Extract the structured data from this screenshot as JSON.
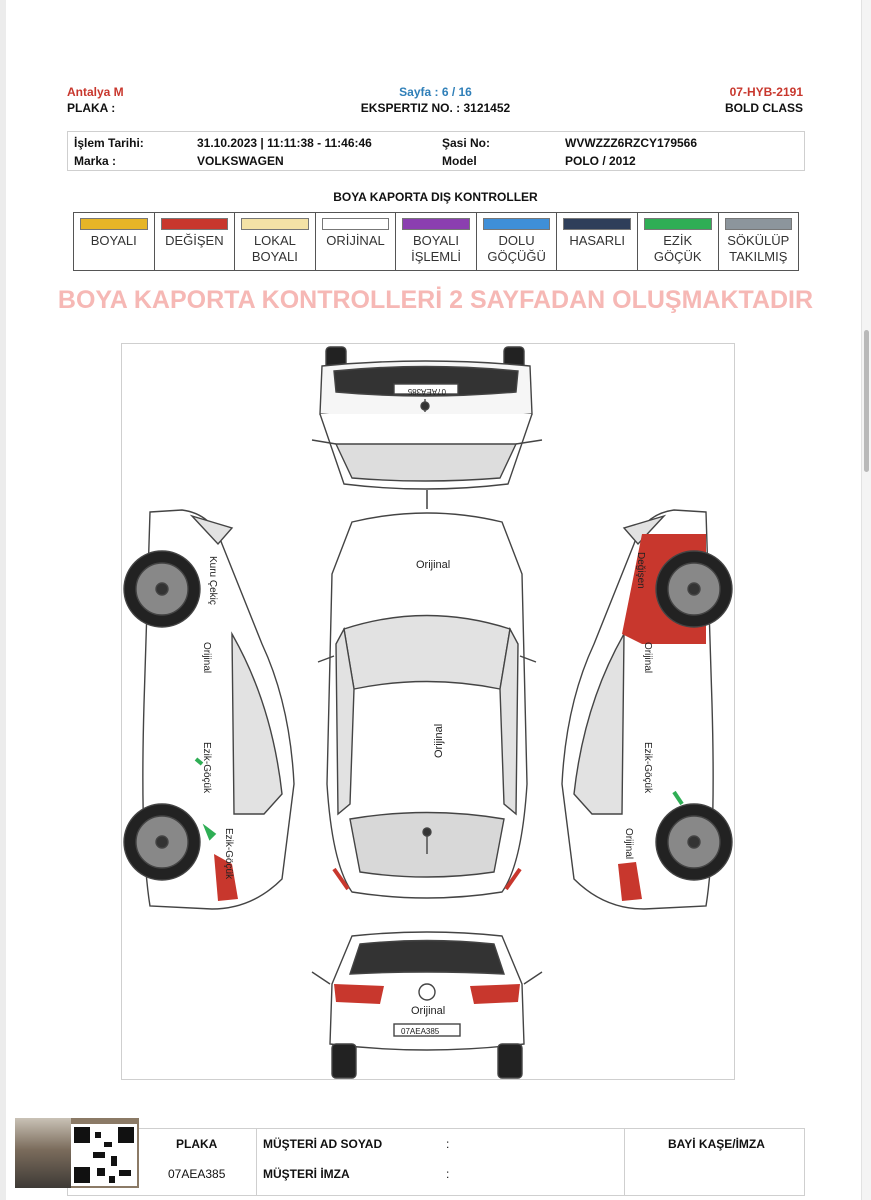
{
  "listing_id": "#1209206794",
  "header": {
    "company": "Antalya M",
    "plaka_label": "PLAKA :",
    "page": "Sayfa : 6 / 16",
    "expertiz": "EKSPERTIZ NO. : 3121452",
    "report_code": "07-HYB-2191",
    "package": "BOLD CLASS"
  },
  "info": {
    "date_label": "İşlem Tarihi:",
    "date_value": "31.10.2023 | 11:11:38 - 11:46:46",
    "chassis_label": "Şasi No:",
    "chassis_value": "WVWZZZ6RZCY179566",
    "brand_label": "Marka :",
    "brand_value": "VOLKSWAGEN",
    "model_label": "Model",
    "model_value": "POLO / 2012"
  },
  "section_title": "BOYA KAPORTA DIŞ KONTROLLER",
  "legend": [
    {
      "label": "BOYALI",
      "color": "#e6b527"
    },
    {
      "label": "DEĞİŞEN",
      "color": "#c8372d"
    },
    {
      "label": "LOKAL\nBOYALI",
      "color": "#f4e2a6"
    },
    {
      "label": "ORİJİNAL",
      "color": "#ffffff"
    },
    {
      "label": "BOYALI\nİŞLEMLİ",
      "color": "#8b3fb0"
    },
    {
      "label": "DOLU\nGÖÇÜĞÜ",
      "color": "#3f8fd8"
    },
    {
      "label": "HASARLI",
      "color": "#2e3e5a"
    },
    {
      "label": "EZİK\nGÖÇÜK",
      "color": "#2fae55"
    },
    {
      "label": "SÖKÜLÜP\nTAKILMIŞ",
      "color": "#8c959c"
    }
  ],
  "notice": "BOYA KAPORTA KONTROLLERİ 2 SAYFADAN OLUŞMAKTADIR",
  "diagram": {
    "plate": "07AEA385",
    "top_plate": "07AEA385",
    "hood": "Orijinal",
    "roof": "Orijinal",
    "rear": "Orijinal",
    "left_front": "Kuru Çekiç",
    "left_door": "Orijinal",
    "left_rear_door": "Ezik-Göçük",
    "left_quarter": "Ezik-Göçük",
    "right_front": "Değişen",
    "right_door": "Orijinal",
    "right_rear_door": "Ezik-Göçük",
    "right_quarter": "Orijinal"
  },
  "footer": {
    "plaka_label": "PLAKA",
    "plaka_value": "07AEA385",
    "customer_name_label": "MÜŞTERİ AD SOYAD",
    "customer_sign_label": "MÜŞTERİ İMZA",
    "colon1": ":",
    "colon2": ":",
    "dealer_label": "BAYİ KAŞE/İMZA"
  }
}
